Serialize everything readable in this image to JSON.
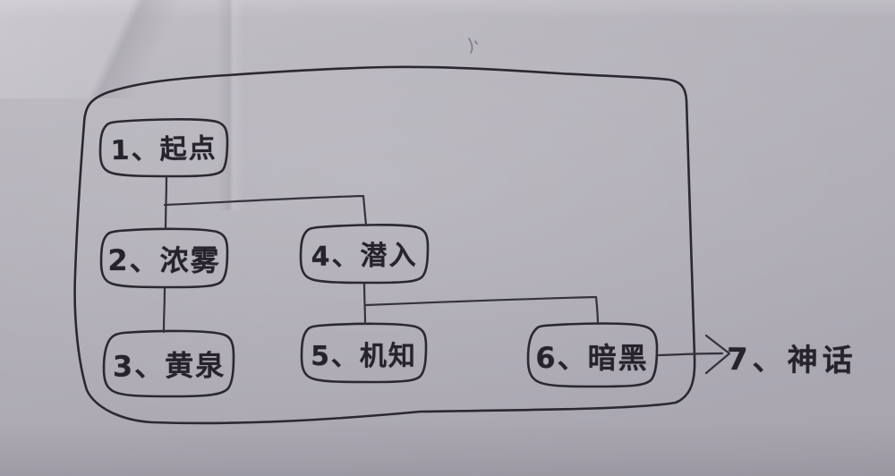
{
  "diagram": {
    "type": "hand-drawn-flowchart",
    "ink_color": "#2b2830",
    "paper_color": "#b1aeb7",
    "nodes": [
      {
        "id": "1",
        "label": "1、起点",
        "inside_border": true
      },
      {
        "id": "2",
        "label": "2、浓雾",
        "inside_border": true
      },
      {
        "id": "3",
        "label": "3、黄泉",
        "inside_border": true
      },
      {
        "id": "4",
        "label": "4、潜入",
        "inside_border": true
      },
      {
        "id": "5",
        "label": "5、机知",
        "inside_border": true
      },
      {
        "id": "6",
        "label": "6、暗黑",
        "inside_border": true
      },
      {
        "id": "7",
        "label": "7、神话",
        "inside_border": false
      }
    ],
    "edges": [
      {
        "from": "1",
        "to": "2",
        "style": "elbow",
        "arrow": false
      },
      {
        "from": "1",
        "to": "4",
        "style": "elbow",
        "arrow": false
      },
      {
        "from": "2",
        "to": "3",
        "style": "straight",
        "arrow": false
      },
      {
        "from": "4",
        "to": "5",
        "style": "straight",
        "arrow": false
      },
      {
        "from": "4",
        "to": "6",
        "style": "elbow",
        "arrow": false
      },
      {
        "from": "6",
        "to": "7",
        "style": "straight",
        "arrow": true
      }
    ]
  }
}
